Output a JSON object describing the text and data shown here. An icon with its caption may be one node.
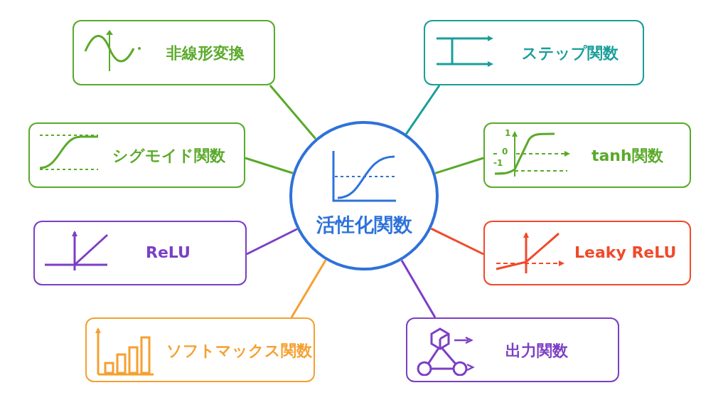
{
  "diagram": {
    "nodes": [
      {
        "text": [
          "活性化関数"
        ]
      },
      {
        "text": [
          "非線形変換"
        ]
      },
      {
        "text": [
          "ステップ関数"
        ]
      },
      {
        "text": [
          "シグモイド関数"
        ]
      },
      {
        "text": [
          "tanh関数"
        ]
      },
      {
        "text": [
          "ReLU"
        ]
      },
      {
        "text": [
          "Leaky ReLU"
        ]
      },
      {
        "text": [
          "ソフトマックス関数"
        ]
      },
      {
        "text": [
          "出力関数"
        ]
      }
    ],
    "edges": [
      {
        "from": 0,
        "to": 1,
        "arrow": "none",
        "color": "#5aaa2a"
      },
      {
        "from": 0,
        "to": 2,
        "arrow": "none",
        "color": "#1a9e9a"
      },
      {
        "from": 0,
        "to": 3,
        "arrow": "none",
        "color": "#5aaa2a"
      },
      {
        "from": 0,
        "to": 4,
        "arrow": "none",
        "color": "#5aaa2a"
      },
      {
        "from": 0,
        "to": 5,
        "arrow": "none",
        "color": "#7b3fc4"
      },
      {
        "from": 0,
        "to": 6,
        "arrow": "none",
        "color": "#f04a2a"
      },
      {
        "from": 0,
        "to": 7,
        "arrow": "none",
        "color": "#f5a030"
      },
      {
        "from": 0,
        "to": 8,
        "arrow": "none",
        "color": "#7b3fc4"
      }
    ],
    "labels": [
      "1",
      "0",
      "-1"
    ]
  }
}
